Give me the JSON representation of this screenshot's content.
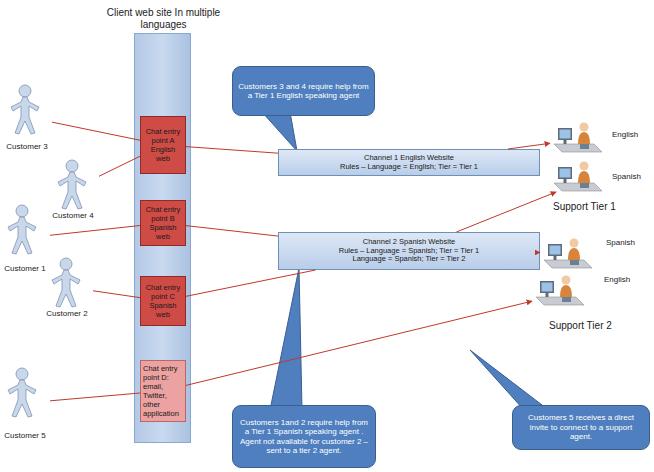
{
  "diagram": {
    "nodes": [
      {
        "text": [
          "Client web site In multiple languages"
        ]
      },
      {
        "text": [
          "Chat entry point A English web"
        ],
        "in": 0
      },
      {
        "text": [
          "Chat entry point B Spanish web"
        ],
        "in": 0
      },
      {
        "text": [
          "Chat entry point C Spanish web"
        ],
        "in": 0
      },
      {
        "text": [
          "Chat entry point D: email, Twitter, other application"
        ],
        "in": 0
      },
      {
        "text": [
          "Customer 3"
        ]
      },
      {
        "text": [
          "Customer 4"
        ]
      },
      {
        "text": [
          "Customer 1"
        ]
      },
      {
        "text": [
          "Customer 2"
        ]
      },
      {
        "text": [
          "Customer 5"
        ]
      },
      {
        "text": [
          "Customers 3 and 4 require help from a Tier 1 English speaking agent"
        ]
      },
      {
        "text": [
          "Channel 1 English Website",
          "Rules – Language = English; Tier = Tier 1"
        ]
      },
      {
        "text": [
          "Channel 2 Spanish Website",
          "Rules – Language = Spanish; Tier = Tier 1",
          "Language = Spanish; Tier = Tier 2"
        ]
      },
      {
        "text": [
          "Customers 1and 2 require help from a Tier 1 Spanish speaking agent . Agent not available for customer 2 – sent to a tier 2 agent."
        ]
      },
      {
        "text": [
          "Customers 5 receives a direct invite to connect to a support agent."
        ]
      },
      {
        "text": [
          "English"
        ]
      },
      {
        "text": [
          "Spanish"
        ]
      },
      {
        "text": [
          "Spanish"
        ]
      },
      {
        "text": [
          "English"
        ]
      }
    ],
    "edges": [
      {
        "from": 5,
        "to": 1,
        "arrow": "none"
      },
      {
        "from": 6,
        "to": 1,
        "arrow": "none"
      },
      {
        "from": 1,
        "to": 11,
        "arrow": "none"
      },
      {
        "from": 11,
        "to": 15,
        "arrow": "to"
      },
      {
        "from": 7,
        "to": 2,
        "arrow": "none"
      },
      {
        "from": 2,
        "to": 12,
        "arrow": "none"
      },
      {
        "from": 8,
        "to": 3,
        "arrow": "none"
      },
      {
        "from": 3,
        "to": 12,
        "arrow": "none"
      },
      {
        "from": 12,
        "to": 16,
        "arrow": "to"
      },
      {
        "from": 12,
        "to": 17,
        "arrow": "to"
      },
      {
        "from": 9,
        "to": 4,
        "arrow": "none"
      },
      {
        "from": 4,
        "to": 18,
        "arrow": "to"
      }
    ],
    "labels": [
      "Support Tier 1",
      "Support Tier 2"
    ]
  }
}
